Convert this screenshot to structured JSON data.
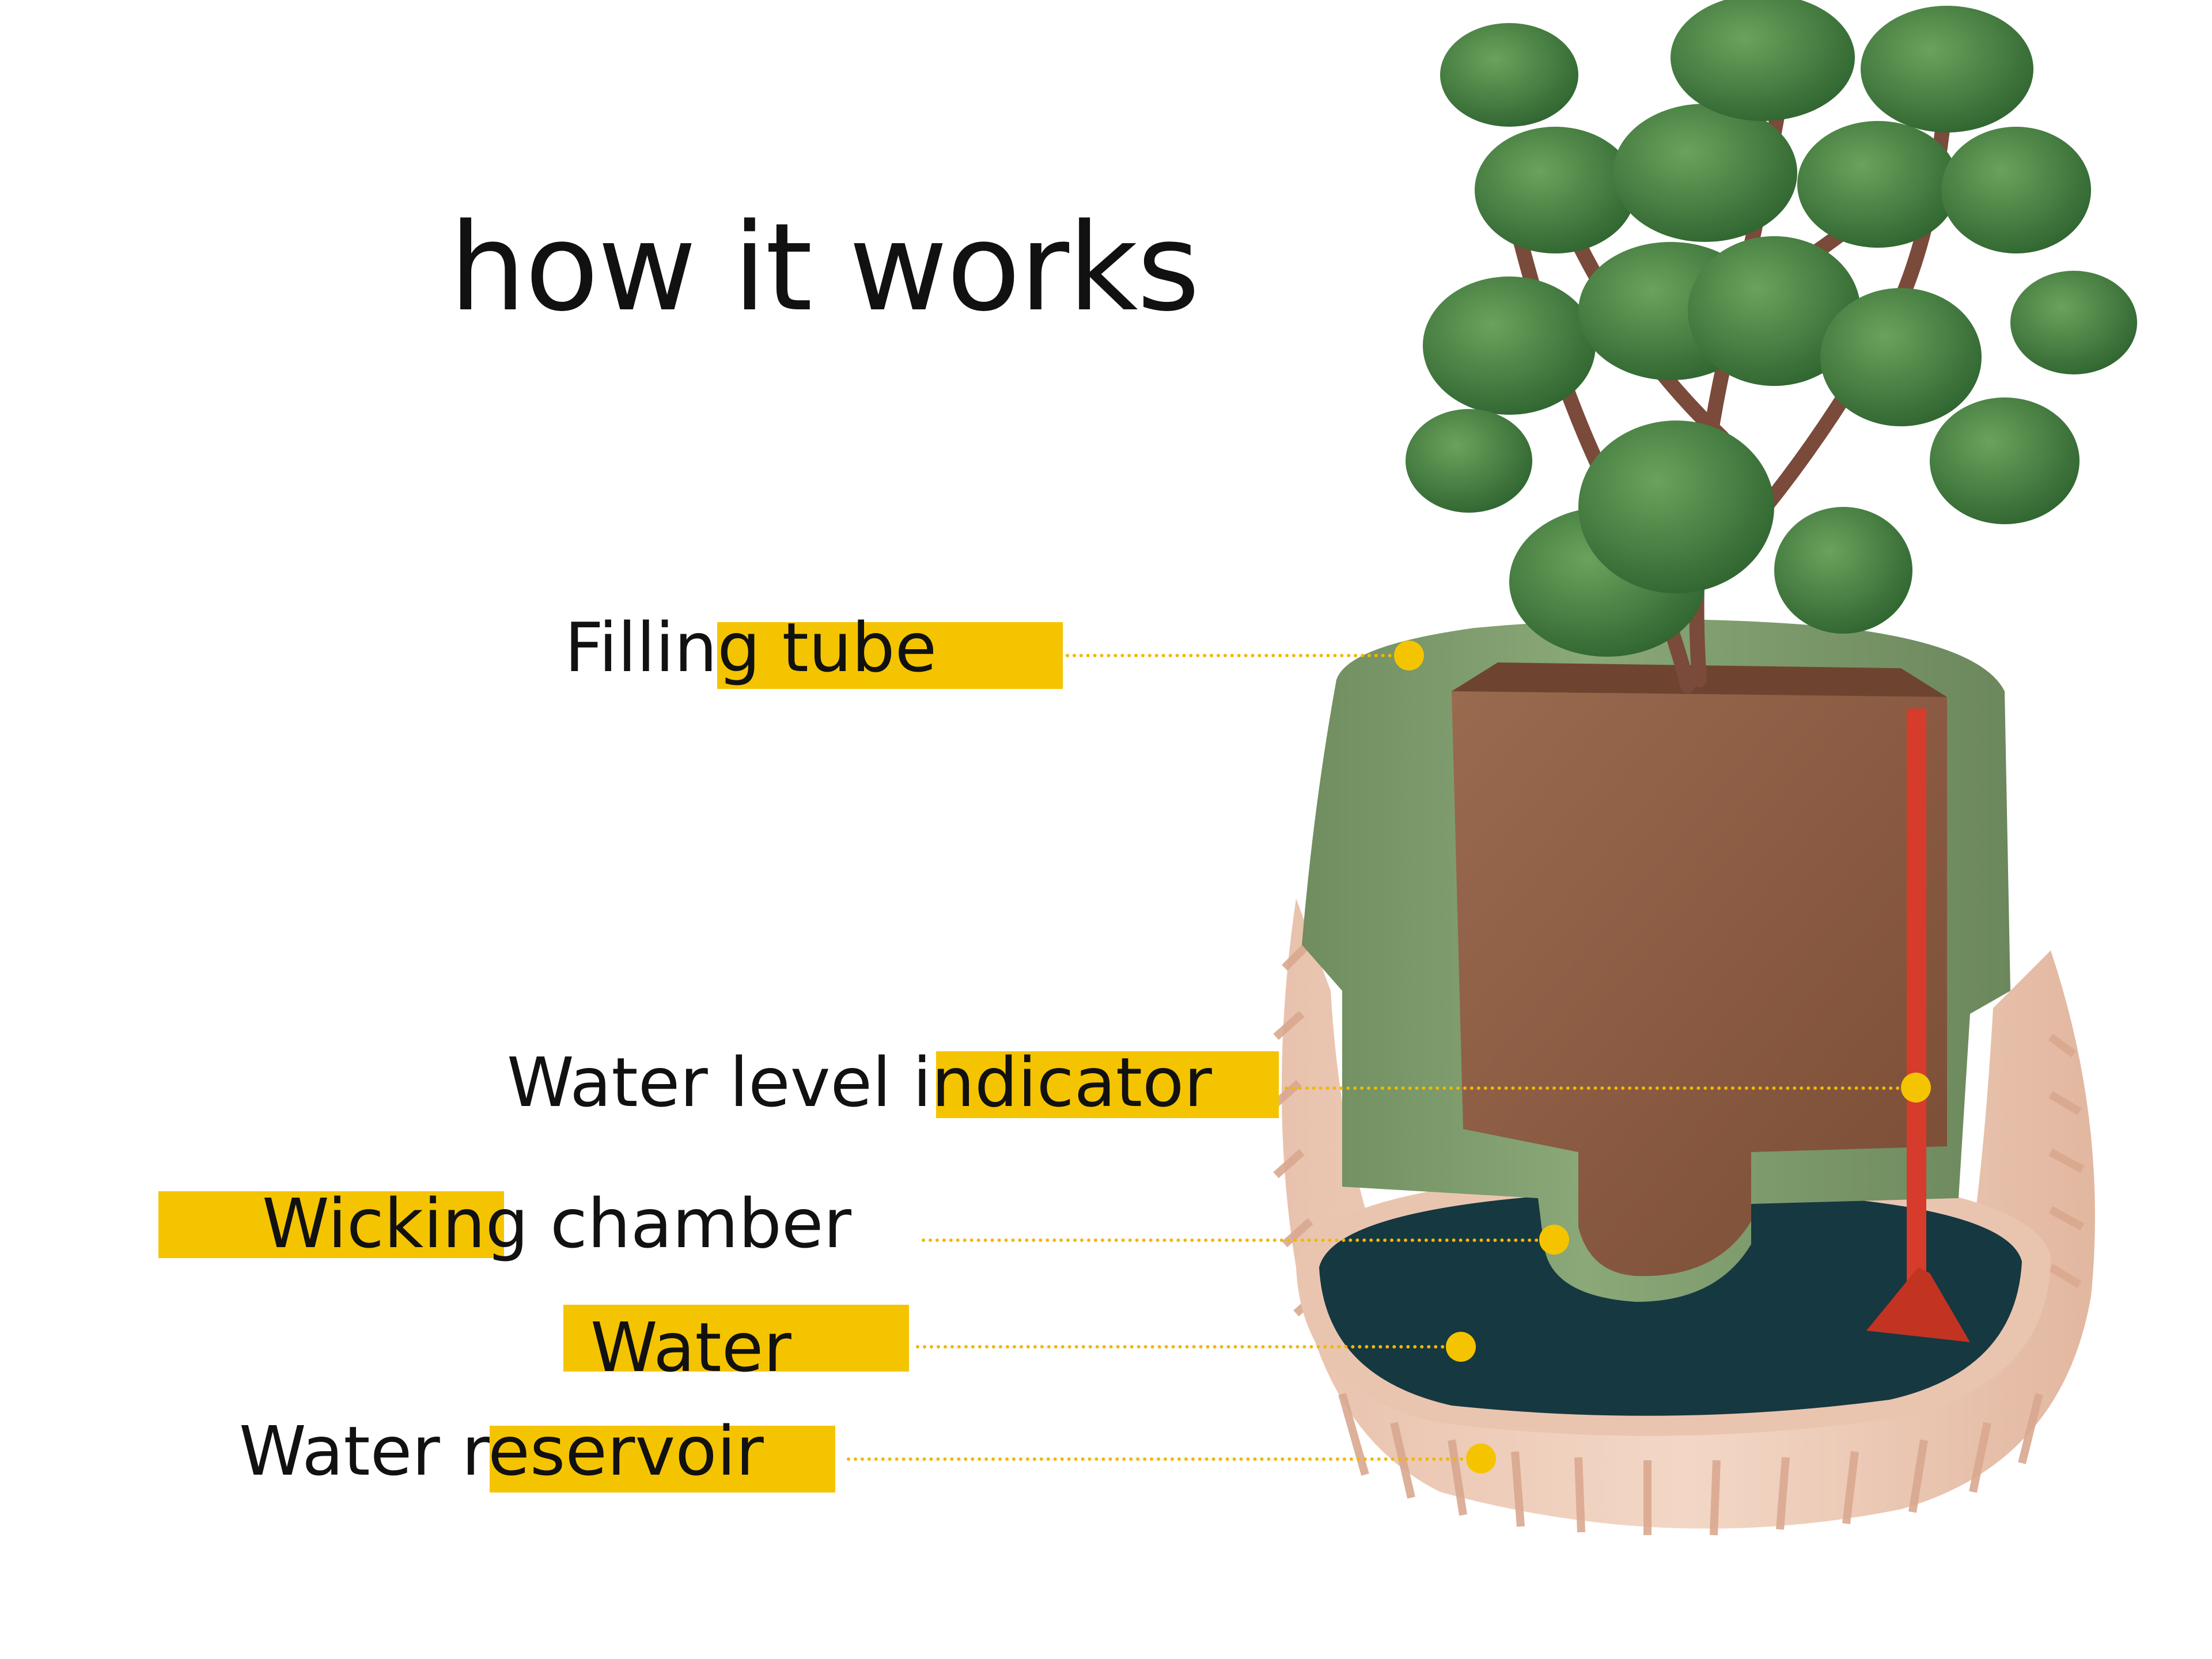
{
  "title": "how it works",
  "labels": {
    "filling_tube": "Filling tube",
    "water_level_indicator": "Water level indicator",
    "wicking_chamber": "Wicking chamber",
    "water": "Water",
    "water_reservoir": "Water reservoir"
  },
  "colors": {
    "highlight": "#f5c400",
    "leader": "#f2b705",
    "pot_shell": "#eccab6",
    "pot_inner": "#7d9a6c",
    "soil": "#8a5a40",
    "water": "#163840",
    "indicator": "#d63b2b",
    "leaf": "#3f7a3a"
  }
}
